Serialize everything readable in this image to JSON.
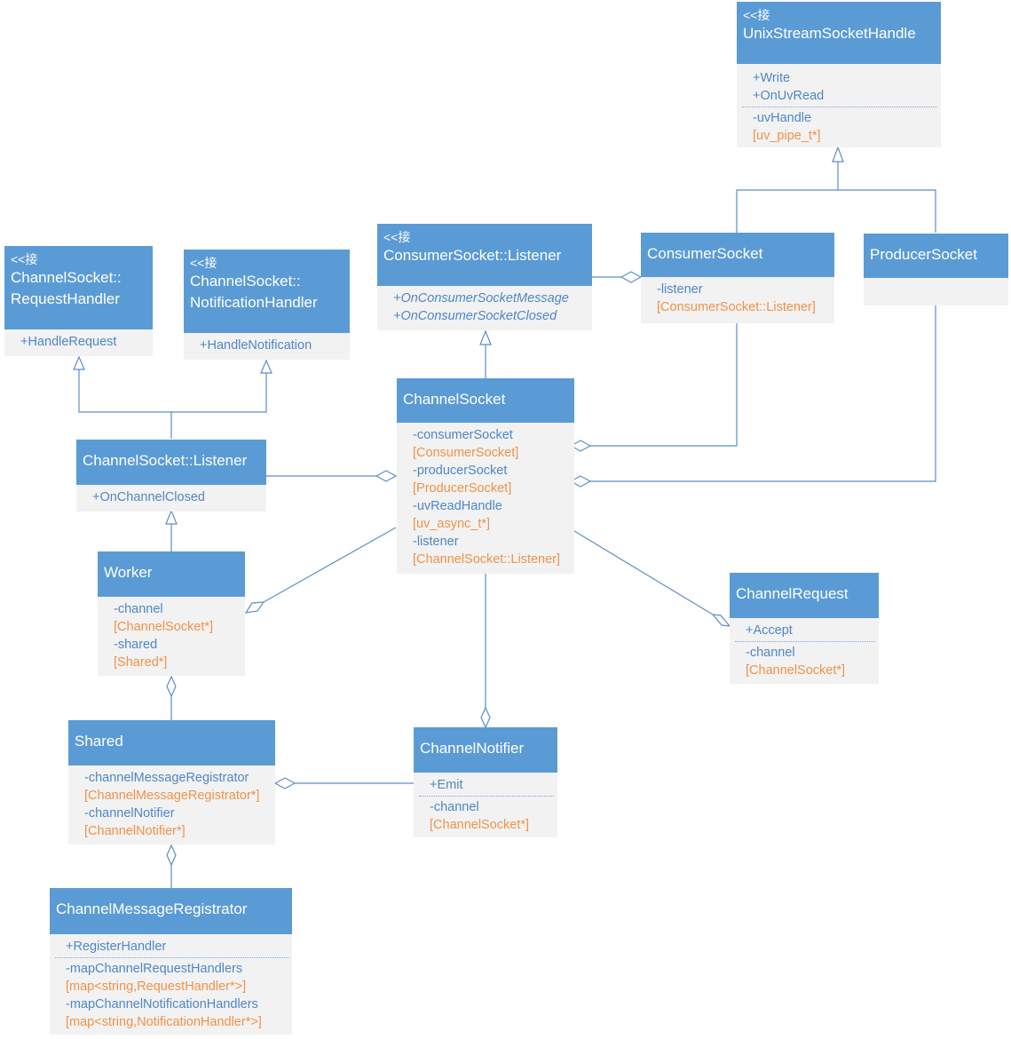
{
  "classes": {
    "unix": {
      "stereotype": "<<接",
      "name": "UnixStreamSocketHandle",
      "ops": [
        "+Write",
        "+OnUvRead"
      ],
      "attrs": [
        {
          "name": "-uvHandle",
          "type": "[uv_pipe_t*]"
        }
      ]
    },
    "request_handler": {
      "stereotype": "<<接",
      "name": "ChannelSocket::\nRequestHandler",
      "ops": [
        "+HandleRequest"
      ]
    },
    "notification_handler": {
      "stereotype": "<<接",
      "name": "ChannelSocket::\nNotificationHandler",
      "ops": [
        "+HandleNotification"
      ]
    },
    "consumer_listener": {
      "stereotype": "<<接",
      "name": "ConsumerSocket::Listener",
      "ops": [
        "+OnConsumerSocketMessage",
        "+OnConsumerSocketClosed"
      ]
    },
    "consumer_socket": {
      "name": "ConsumerSocket",
      "attrs": [
        {
          "name": "-listener",
          "type": "[ConsumerSocket::Listener]"
        }
      ]
    },
    "producer_socket": {
      "name": "ProducerSocket"
    },
    "channel_socket": {
      "name": "ChannelSocket",
      "attrs": [
        {
          "name": "-consumerSocket",
          "type": "[ConsumerSocket]"
        },
        {
          "name": "-producerSocket",
          "type": "[ProducerSocket]"
        },
        {
          "name": "-uvReadHandle",
          "type": "[uv_async_t*]"
        },
        {
          "name": "-listener",
          "type": "[ChannelSocket::Listener]"
        }
      ]
    },
    "channel_listener": {
      "name": "ChannelSocket::Listener",
      "ops": [
        "+OnChannelClosed"
      ]
    },
    "worker": {
      "name": "Worker",
      "attrs": [
        {
          "name": "-channel",
          "type": "[ChannelSocket*]"
        },
        {
          "name": "-shared",
          "type": "[Shared*]"
        }
      ]
    },
    "channel_request": {
      "name": "ChannelRequest",
      "ops": [
        "+Accept"
      ],
      "attrs": [
        {
          "name": "-channel",
          "type": "[ChannelSocket*]"
        }
      ]
    },
    "shared": {
      "name": "Shared",
      "attrs": [
        {
          "name": "-channelMessageRegistrator",
          "type": "[ChannelMessageRegistrator*]"
        },
        {
          "name": "-channelNotifier",
          "type": "[ChannelNotifier*]"
        }
      ]
    },
    "channel_notifier": {
      "name": "ChannelNotifier",
      "ops": [
        "+Emit"
      ],
      "attrs": [
        {
          "name": "-channel",
          "type": "[ChannelSocket*]"
        }
      ]
    },
    "registrator": {
      "name": "ChannelMessageRegistrator",
      "ops": [
        "+RegisterHandler"
      ],
      "attrs": [
        {
          "name": "-mapChannelRequestHandlers",
          "type": "[map<string,RequestHandler*>]"
        },
        {
          "name": "-mapChannelNotificationHandlers",
          "type": "[map<string,NotificationHandler*>]"
        }
      ]
    }
  },
  "colors": {
    "header": "#5b9bd5",
    "body": "#f2f2f2",
    "member": "#4f86c6",
    "type": "#f0924a",
    "line": "#5b8ec8"
  }
}
